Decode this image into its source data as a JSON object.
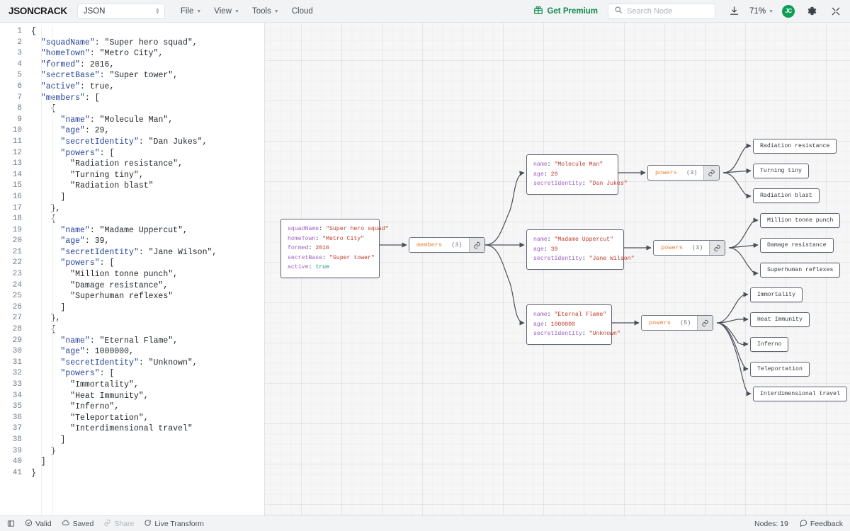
{
  "toolbar": {
    "brand_json": "JSON",
    "brand_crack": "CRACK",
    "doc_format": "JSON",
    "menus": [
      {
        "label": "File",
        "icon": "chevron-down-icon"
      },
      {
        "label": "View",
        "icon": "chevron-down-icon"
      },
      {
        "label": "Tools",
        "icon": "chevron-down-icon"
      },
      {
        "label": "Cloud",
        "icon": ""
      }
    ],
    "premium_label": "Get Premium",
    "premium_icon": "gift-icon",
    "premium_color": "#0f8a4f",
    "search_placeholder": "Search Node",
    "search_value": "",
    "search_icon": "search-icon",
    "download_icon": "download-icon",
    "zoom_level": "71%",
    "zoom_caret_icon": "chevron-down-icon",
    "avatar_initials": "JC",
    "avatar_color": "#0f9d58",
    "gear_icon": "gear-icon",
    "fullscreen_icon": "fullscreen-icon"
  },
  "editor": {
    "line_numbers": [
      1,
      2,
      3,
      4,
      5,
      6,
      7,
      8,
      9,
      10,
      11,
      12,
      13,
      14,
      15,
      16,
      17,
      18,
      19,
      20,
      21,
      22,
      23,
      24,
      25,
      26,
      27,
      28,
      29,
      30,
      31,
      32,
      33,
      34,
      35,
      36,
      37,
      38,
      39,
      40,
      41
    ],
    "lines": [
      {
        "n": 1,
        "html": "{"
      },
      {
        "n": 2,
        "html": "  \"squadName\": \"Super hero squad\","
      },
      {
        "n": 3,
        "html": "  \"homeTown\": \"Metro City\","
      },
      {
        "n": 4,
        "html": "  \"formed\": 2016,"
      },
      {
        "n": 5,
        "html": "  \"secretBase\": \"Super tower\","
      },
      {
        "n": 6,
        "html": "  \"active\": true,"
      },
      {
        "n": 7,
        "html": "  \"members\": ["
      },
      {
        "n": 8,
        "html": "    {"
      },
      {
        "n": 9,
        "html": "      \"name\": \"Molecule Man\","
      },
      {
        "n": 10,
        "html": "      \"age\": 29,"
      },
      {
        "n": 11,
        "html": "      \"secretIdentity\": \"Dan Jukes\","
      },
      {
        "n": 12,
        "html": "      \"powers\": ["
      },
      {
        "n": 13,
        "html": "        \"Radiation resistance\","
      },
      {
        "n": 14,
        "html": "        \"Turning tiny\","
      },
      {
        "n": 15,
        "html": "        \"Radiation blast\""
      },
      {
        "n": 16,
        "html": "      ]"
      },
      {
        "n": 17,
        "html": "    },"
      },
      {
        "n": 18,
        "html": "    {"
      },
      {
        "n": 19,
        "html": "      \"name\": \"Madame Uppercut\","
      },
      {
        "n": 20,
        "html": "      \"age\": 39,"
      },
      {
        "n": 21,
        "html": "      \"secretIdentity\": \"Jane Wilson\","
      },
      {
        "n": 22,
        "html": "      \"powers\": ["
      },
      {
        "n": 23,
        "html": "        \"Million tonne punch\","
      },
      {
        "n": 24,
        "html": "        \"Damage resistance\","
      },
      {
        "n": 25,
        "html": "        \"Superhuman reflexes\""
      },
      {
        "n": 26,
        "html": "      ]"
      },
      {
        "n": 27,
        "html": "    },"
      },
      {
        "n": 28,
        "html": "    {"
      },
      {
        "n": 29,
        "html": "      \"name\": \"Eternal Flame\","
      },
      {
        "n": 30,
        "html": "      \"age\": 1000000,"
      },
      {
        "n": 31,
        "html": "      \"secretIdentity\": \"Unknown\","
      },
      {
        "n": 32,
        "html": "      \"powers\": ["
      },
      {
        "n": 33,
        "html": "        \"Immortality\","
      },
      {
        "n": 34,
        "html": "        \"Heat Immunity\","
      },
      {
        "n": 35,
        "html": "        \"Inferno\","
      },
      {
        "n": 36,
        "html": "        \"Teleportation\","
      },
      {
        "n": 37,
        "html": "        \"Interdimensional travel\""
      },
      {
        "n": 38,
        "html": "      ]"
      },
      {
        "n": 39,
        "html": "    }"
      },
      {
        "n": 40,
        "html": "  ]"
      },
      {
        "n": 41,
        "html": "}"
      }
    ]
  },
  "graph": {
    "root_node": {
      "rows": [
        {
          "key": "squadName",
          "value": "\"Super hero squad\"",
          "type": "string"
        },
        {
          "key": "homeTown",
          "value": "\"Metro City\"",
          "type": "string"
        },
        {
          "key": "formed",
          "value": "2016",
          "type": "number"
        },
        {
          "key": "secretBase",
          "value": "\"Super tower\"",
          "type": "string"
        },
        {
          "key": "active",
          "value": "true",
          "type": "bool"
        }
      ]
    },
    "members_node": {
      "label": "members",
      "count": "(3)",
      "link_icon": "link-icon"
    },
    "members": [
      {
        "rows": [
          {
            "key": "name",
            "value": "\"Molecule Man\"",
            "type": "string"
          },
          {
            "key": "age",
            "value": "29",
            "type": "number"
          },
          {
            "key": "secretIdentity",
            "value": "\"Dan Jukes\"",
            "type": "string"
          }
        ],
        "powers_node": {
          "label": "powers",
          "count": "(3)",
          "link_icon": "link-icon"
        },
        "powers": [
          "Radiation resistance",
          "Turning tiny",
          "Radiation blast"
        ]
      },
      {
        "rows": [
          {
            "key": "name",
            "value": "\"Madame Uppercut\"",
            "type": "string"
          },
          {
            "key": "age",
            "value": "39",
            "type": "number"
          },
          {
            "key": "secretIdentity",
            "value": "\"Jane Wilson\"",
            "type": "string"
          }
        ],
        "powers_node": {
          "label": "powers",
          "count": "(3)",
          "link_icon": "link-icon"
        },
        "powers": [
          "Million tonne punch",
          "Damage resistance",
          "Superhuman reflexes"
        ]
      },
      {
        "rows": [
          {
            "key": "name",
            "value": "\"Eternal Flame\"",
            "type": "string"
          },
          {
            "key": "age",
            "value": "1000000",
            "type": "number"
          },
          {
            "key": "secretIdentity",
            "value": "\"Unknown\"",
            "type": "string"
          }
        ],
        "powers_node": {
          "label": "powers",
          "count": "(5)",
          "link_icon": "link-icon"
        },
        "powers": [
          "Immortality",
          "Heat Immunity",
          "Inferno",
          "Teleportation",
          "Interdimensional travel"
        ]
      }
    ]
  },
  "statusbar": {
    "left": [
      {
        "label": "",
        "icon": "panel-toggle-icon",
        "dim": false
      },
      {
        "label": "Valid",
        "icon": "check-circle-icon",
        "dim": false
      },
      {
        "label": "Saved",
        "icon": "cloud-icon",
        "dim": false
      },
      {
        "label": "Share",
        "icon": "link-icon",
        "dim": true
      },
      {
        "label": "Live Transform",
        "icon": "refresh-icon",
        "dim": false
      }
    ],
    "nodes_count": "Nodes: 19",
    "feedback_label": "Feedback",
    "feedback_icon": "feedback-icon"
  }
}
